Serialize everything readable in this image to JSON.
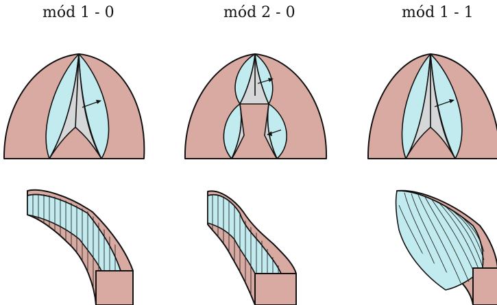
{
  "modes": [
    {
      "title": "mód 1 - 0"
    },
    {
      "title": "mód 2 - 0"
    },
    {
      "title": "mód 1 - 1"
    }
  ],
  "colors": {
    "wall": "#d9aaa2",
    "membrane": "#c2ebef",
    "inner": "#d5d7d8",
    "outline": "#111111"
  }
}
